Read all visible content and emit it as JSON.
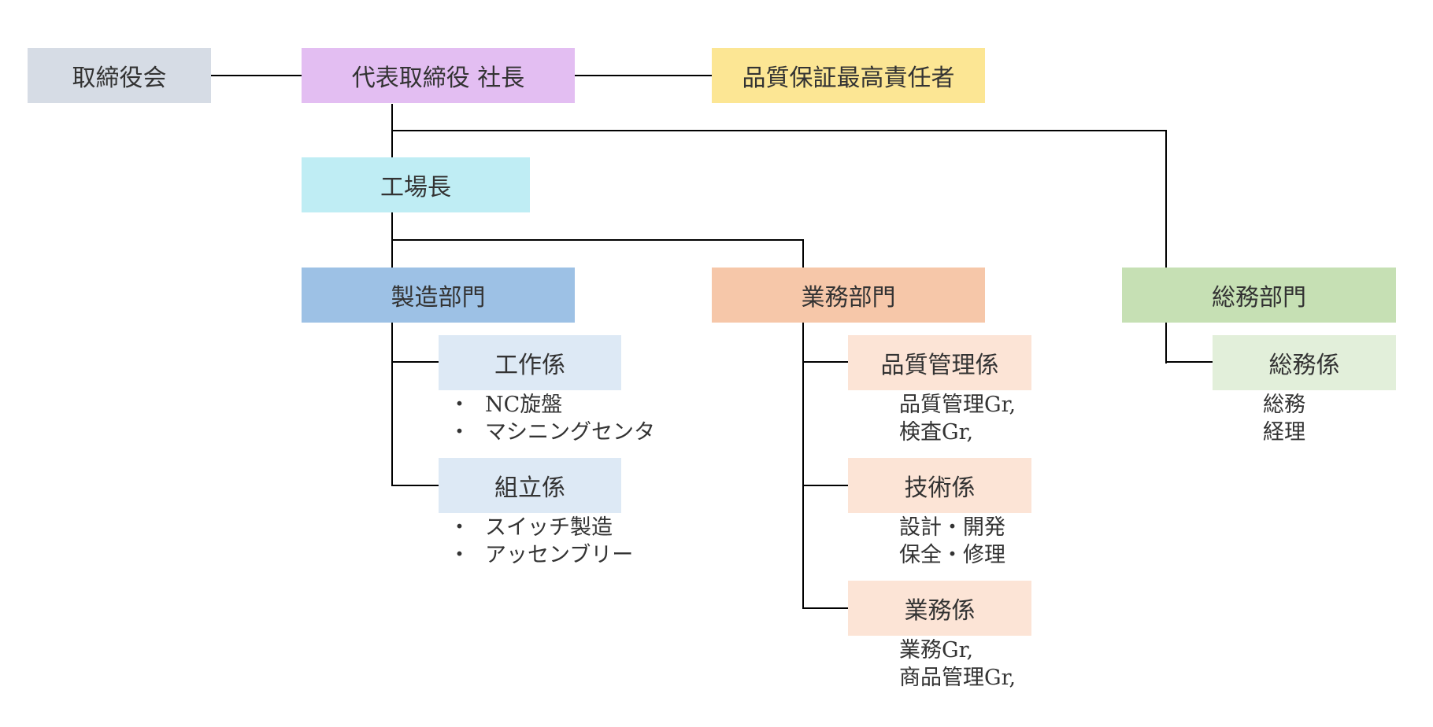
{
  "colors": {
    "line": "#000000",
    "text": "#333333",
    "board": "#d6dce5",
    "president": "#e3bef2",
    "qa": "#fce694",
    "factory": "#bfedf4",
    "manufacturing": "#9dc1e5",
    "manufacturing_sub": "#dde9f5",
    "business": "#f6c7a9",
    "business_sub": "#fce4d6",
    "general": "#c6e0b4",
    "general_sub": "#e2efda"
  },
  "nodes": {
    "board": "取締役会",
    "president": "代表取締役 社長",
    "qa_head": "品質保証最高責任者",
    "factory_manager": "工場長",
    "manufacturing_dept": "製造部門",
    "business_dept": "業務部門",
    "general_dept": "総務部門",
    "machining_section": "工作係",
    "assembly_section": "組立係",
    "quality_section": "品質管理係",
    "technical_section": "技術係",
    "operations_section": "業務係",
    "general_section": "総務係"
  },
  "notes": {
    "bullet": "・",
    "machining": [
      "NC旋盤",
      "マシニングセンタ"
    ],
    "assembly": [
      "スイッチ製造",
      "アッセンブリー"
    ],
    "quality": [
      "品質管理Gr,",
      "検査Gr,"
    ],
    "technical": [
      "設計・開発",
      "保全・修理"
    ],
    "operations": [
      "業務Gr,",
      "商品管理Gr,"
    ],
    "general": [
      "総務",
      "経理"
    ]
  }
}
